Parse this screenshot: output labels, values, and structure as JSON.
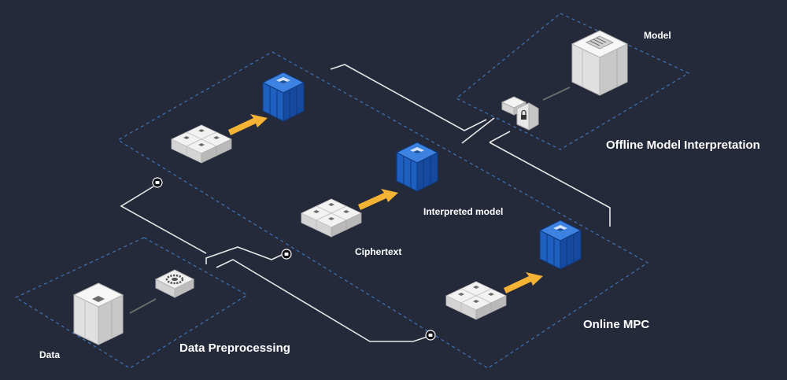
{
  "labels": {
    "model": "Model",
    "offline": "Offline Model Interpretation",
    "interpreted": "Interpreted model",
    "ciphertext": "Ciphertext",
    "online": "Online MPC",
    "data": "Data",
    "preprocessing": "Data Preprocessing"
  },
  "colors": {
    "background": "#252a3a",
    "zone_border": "#3f74b8",
    "connector": "#e6e6e6",
    "arrow": "#f5b335",
    "cube_blue": "#1d5bb8",
    "tile_gray": "#d9d9d9"
  },
  "icons": [
    "server-icon",
    "model-stack-icon",
    "data-tiles-icon",
    "flow-arrow-icon",
    "lock-icon",
    "gear-icon",
    "database-icon",
    "link-node-icon"
  ]
}
